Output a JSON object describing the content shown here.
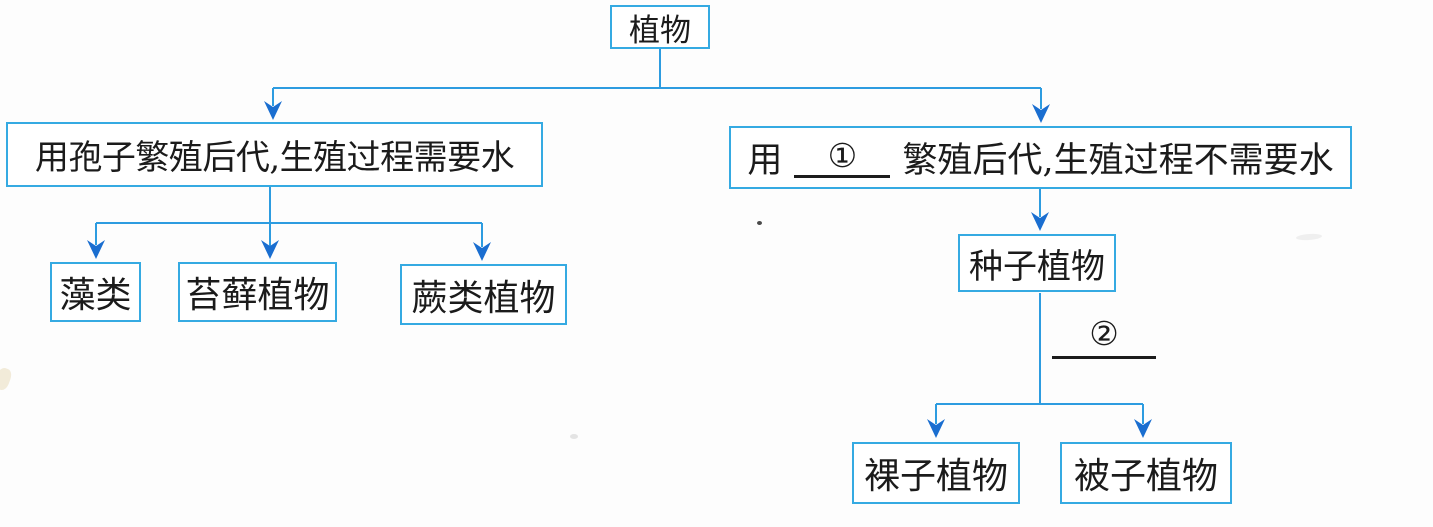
{
  "colors": {
    "box_border": "#35aae2",
    "line": "#2d9ce0",
    "arrow": "#1a6ed0",
    "text": "#1b1b1b",
    "underline": "#1c1c1c",
    "background": "#fdfdfd"
  },
  "diagram": {
    "root": {
      "label": "植物"
    },
    "left_branch": {
      "description": "用孢子繁殖后代,生殖过程需要水",
      "children": [
        {
          "label": "藻类"
        },
        {
          "label": "苔藓植物"
        },
        {
          "label": "蕨类植物"
        }
      ]
    },
    "right_branch": {
      "description_prefix": "用",
      "blank1": "①",
      "description_suffix": "繁殖后代,生殖过程不需要水",
      "child": {
        "label": "种子植物"
      },
      "blank2": "②",
      "grandchildren": [
        {
          "label": "裸子植物"
        },
        {
          "label": "被子植物"
        }
      ]
    }
  }
}
